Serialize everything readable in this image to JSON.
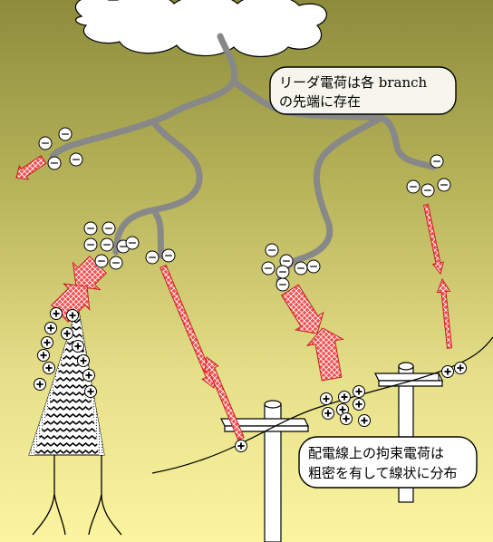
{
  "callouts": {
    "leader_line1": "リーダ電荷は各 branch",
    "leader_line2": "の先端に存在",
    "wire_line1": "配電線上の拘束電荷は",
    "wire_line2": "粗密を有して線状に分布"
  },
  "symbols": {
    "negative": "⊖",
    "positive": "+"
  },
  "colors": {
    "sky_top": "#8c8c3c",
    "sky_bottom": "#fbf5a0",
    "leader": "#888888",
    "arrow": "#f05050",
    "tree_pattern": "#000000"
  }
}
